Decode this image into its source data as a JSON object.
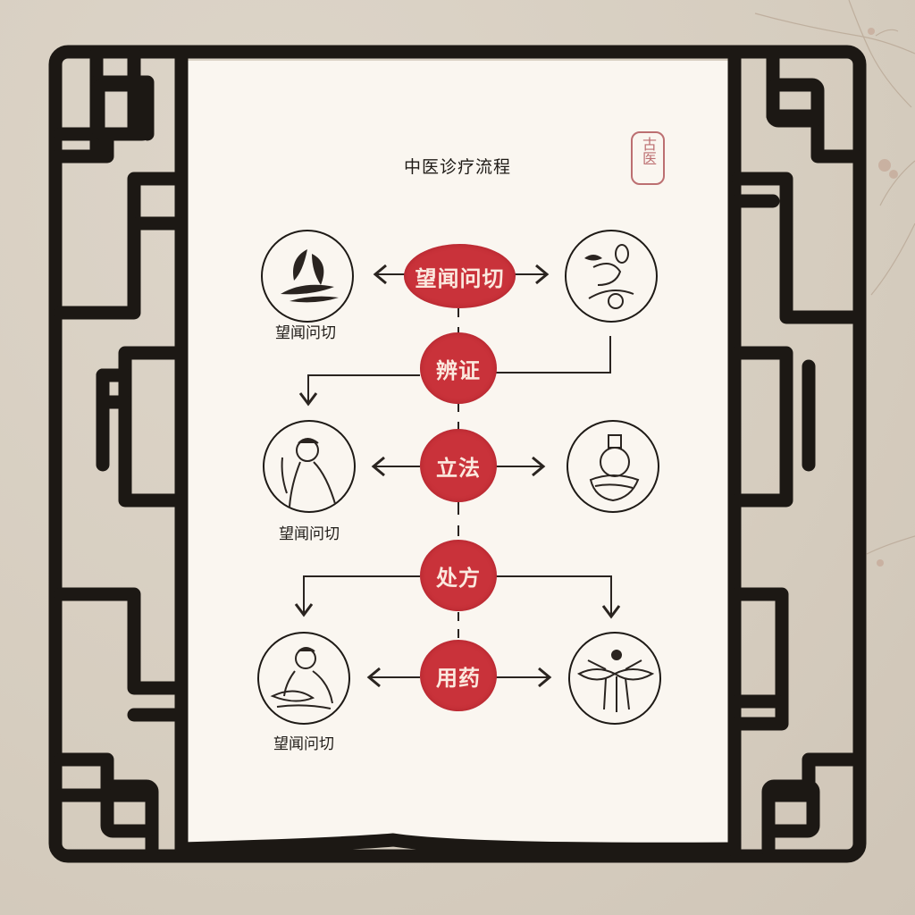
{
  "title": "中医诊疗流程",
  "seal": {
    "text": "古医",
    "color": "#b2585b"
  },
  "colors": {
    "node_red": "#c9323a",
    "node_text": "#fbe9df",
    "ink": "#1e1a16",
    "paper": "#faf6f0",
    "background": "#d9d0c4"
  },
  "steps": [
    {
      "label": "望闻问切"
    },
    {
      "label": "辨证"
    },
    {
      "label": "立法"
    },
    {
      "label": "处方"
    },
    {
      "label": "用药"
    }
  ],
  "side_icons": [
    {
      "position": "row1-left",
      "icon": "lotus-leaf-icon",
      "caption": "望闻问切"
    },
    {
      "position": "row1-right",
      "icon": "herb-mortar-icon",
      "caption": ""
    },
    {
      "position": "row2-left",
      "icon": "physician-portrait-icon",
      "caption": "望闻问切"
    },
    {
      "position": "row2-right",
      "icon": "seated-sage-icon",
      "caption": ""
    },
    {
      "position": "row3-left",
      "icon": "physician-reading-icon",
      "caption": "望闻问切"
    },
    {
      "position": "row3-right",
      "icon": "herbal-leaves-icon",
      "caption": ""
    }
  ]
}
